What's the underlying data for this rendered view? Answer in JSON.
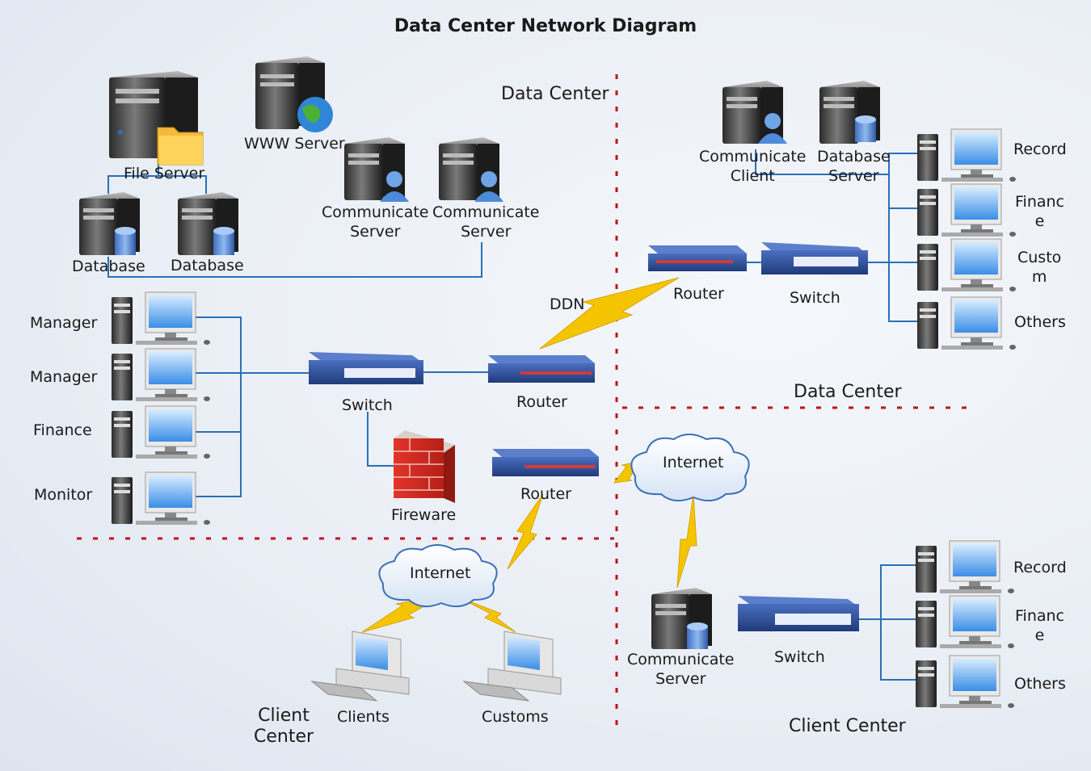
{
  "title": "Data Center Network Diagram",
  "zones": {
    "data_center_top": "Data Center",
    "data_center_right": "Data Center",
    "client_center_left": "Client\nCenter",
    "client_center_right": "Client Center"
  },
  "nodes": {
    "file_server": "File Server",
    "www_server": "WWW Server",
    "database_1": "Database",
    "database_2": "Database",
    "communicate_server_1": "Communicate\nServer",
    "communicate_server_2": "Communicate\nServer",
    "communicate_client": "Communicate\nClient",
    "database_server": "Database\nServer",
    "record_1": "Record",
    "finance_1": "Financ\ne",
    "custom_1": "Custo\nm",
    "others_1": "Others",
    "router_top": "Router",
    "switch_top": "Switch",
    "ddn": "DDN",
    "manager_1": "Manager",
    "manager_2": "Manager",
    "finance_left": "Finance",
    "monitor": "Monitor",
    "switch_left": "Switch",
    "router_mid": "Router",
    "fireware": "Fireware",
    "router_low": "Router",
    "internet_right": "Internet",
    "internet_left": "Internet",
    "clients": "Clients",
    "customs": "Customs",
    "communicate_server_3": "Communicate\nServer",
    "switch_bottom": "Switch",
    "record_2": "Record",
    "finance_2": "Financ\ne",
    "others_2": "Others"
  },
  "colors": {
    "link": "#2a6fb8",
    "zone_divider": "#c0101a",
    "lightning": "#f5c400",
    "device_blue": "#2c4e94"
  }
}
